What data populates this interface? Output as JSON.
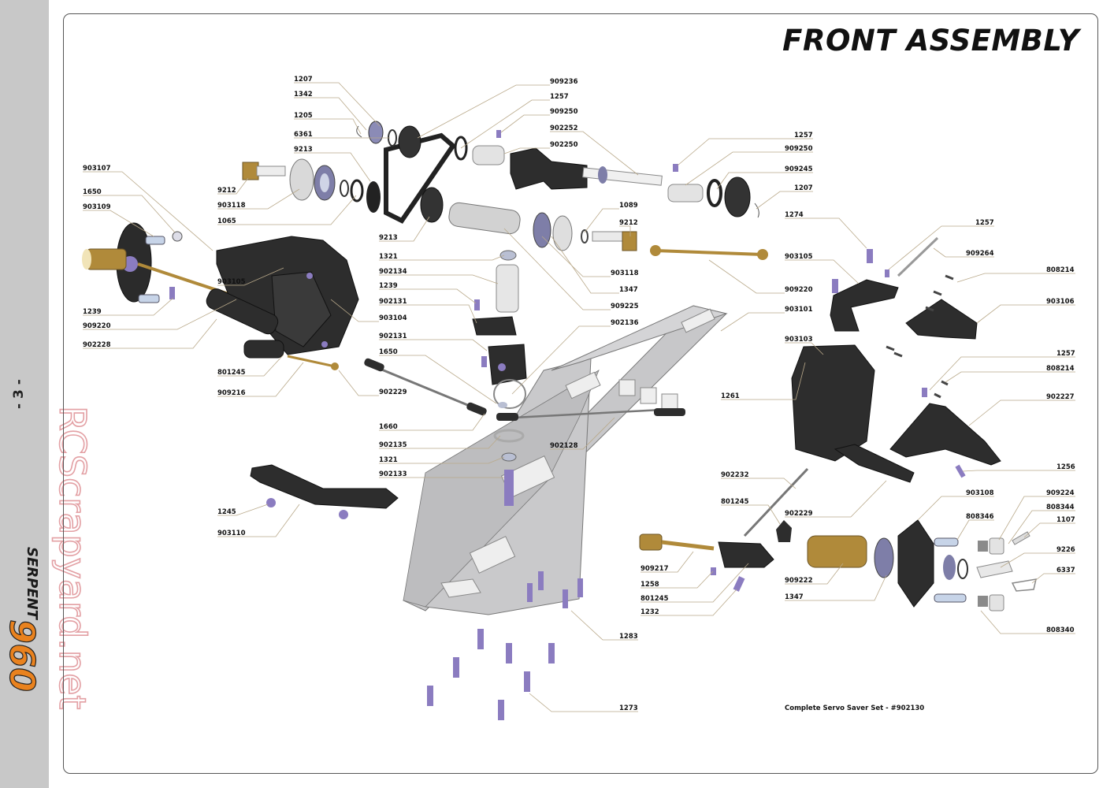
{
  "page": {
    "title": "FRONT ASSEMBLY",
    "page_number": "- 3 -",
    "brand": "SERPENT 960",
    "watermark": "RCScrapyard.net",
    "note": "Complete Servo Saver Set - #902130"
  },
  "parts": [
    {
      "id": "p01",
      "label": "1207"
    },
    {
      "id": "p02",
      "label": "1342"
    },
    {
      "id": "p03",
      "label": "1205"
    },
    {
      "id": "p04",
      "label": "6361"
    },
    {
      "id": "p05",
      "label": "9213"
    },
    {
      "id": "p06",
      "label": "903107"
    },
    {
      "id": "p07",
      "label": "1650"
    },
    {
      "id": "p08",
      "label": "903109"
    },
    {
      "id": "p09",
      "label": "9212"
    },
    {
      "id": "p10",
      "label": "903118"
    },
    {
      "id": "p11",
      "label": "1065"
    },
    {
      "id": "p12",
      "label": "9213"
    },
    {
      "id": "p13",
      "label": "903105"
    },
    {
      "id": "p14",
      "label": "1239"
    },
    {
      "id": "p15",
      "label": "909220"
    },
    {
      "id": "p16",
      "label": "902228"
    },
    {
      "id": "p17",
      "label": "801245"
    },
    {
      "id": "p18",
      "label": "909216"
    },
    {
      "id": "p19",
      "label": "909236"
    },
    {
      "id": "p20",
      "label": "1257"
    },
    {
      "id": "p21",
      "label": "909250"
    },
    {
      "id": "p22",
      "label": "902252"
    },
    {
      "id": "p23",
      "label": "902250"
    },
    {
      "id": "p24",
      "label": "1089"
    },
    {
      "id": "p25",
      "label": "9212"
    },
    {
      "id": "p26",
      "label": "1321"
    },
    {
      "id": "p27",
      "label": "1347"
    },
    {
      "id": "p28",
      "label": "902134"
    },
    {
      "id": "p29",
      "label": "903118"
    },
    {
      "id": "p30",
      "label": "1239"
    },
    {
      "id": "p31",
      "label": "902131"
    },
    {
      "id": "p32",
      "label": "909225"
    },
    {
      "id": "p33",
      "label": "903104"
    },
    {
      "id": "p34",
      "label": "902136"
    },
    {
      "id": "p35",
      "label": "902131"
    },
    {
      "id": "p36",
      "label": "1650"
    },
    {
      "id": "p37",
      "label": "902229"
    },
    {
      "id": "p38",
      "label": "1660"
    },
    {
      "id": "p39",
      "label": "902135"
    },
    {
      "id": "p40",
      "label": "1321"
    },
    {
      "id": "p41",
      "label": "902133"
    },
    {
      "id": "p42",
      "label": "902128"
    },
    {
      "id": "p43",
      "label": "1245"
    },
    {
      "id": "p44",
      "label": "903110"
    },
    {
      "id": "p45",
      "label": "1257"
    },
    {
      "id": "p46",
      "label": "909250"
    },
    {
      "id": "p47",
      "label": "909245"
    },
    {
      "id": "p48",
      "label": "1207"
    },
    {
      "id": "p49",
      "label": "1274"
    },
    {
      "id": "p50",
      "label": "1257"
    },
    {
      "id": "p51",
      "label": "903105"
    },
    {
      "id": "p52",
      "label": "909264"
    },
    {
      "id": "p53",
      "label": "909220"
    },
    {
      "id": "p54",
      "label": "808214"
    },
    {
      "id": "p55",
      "label": "903101"
    },
    {
      "id": "p56",
      "label": "903106"
    },
    {
      "id": "p57",
      "label": "903103"
    },
    {
      "id": "p58",
      "label": "1257"
    },
    {
      "id": "p59",
      "label": "808214"
    },
    {
      "id": "p60",
      "label": "1261"
    },
    {
      "id": "p61",
      "label": "902227"
    },
    {
      "id": "p62",
      "label": "1256"
    },
    {
      "id": "p63",
      "label": "902232"
    },
    {
      "id": "p64",
      "label": "801245"
    },
    {
      "id": "p65",
      "label": "902229"
    },
    {
      "id": "p66",
      "label": "903108"
    },
    {
      "id": "p67",
      "label": "909224"
    },
    {
      "id": "p68",
      "label": "808344"
    },
    {
      "id": "p69",
      "label": "808346"
    },
    {
      "id": "p70",
      "label": "1107"
    },
    {
      "id": "p71",
      "label": "9226"
    },
    {
      "id": "p72",
      "label": "6337"
    },
    {
      "id": "p73",
      "label": "909217"
    },
    {
      "id": "p74",
      "label": "1258"
    },
    {
      "id": "p75",
      "label": "801245"
    },
    {
      "id": "p76",
      "label": "1232"
    },
    {
      "id": "p77",
      "label": "909222"
    },
    {
      "id": "p78",
      "label": "1347"
    },
    {
      "id": "p79",
      "label": "808340"
    },
    {
      "id": "p80",
      "label": "1283"
    },
    {
      "id": "p81",
      "label": "1273"
    }
  ],
  "colors": {
    "sidebar": "#c8c8c8",
    "leader": "#b9a98a",
    "plastic": "#2b2b2b",
    "aluminium": "#c7c7c9",
    "screw": "#8b7cc0",
    "brass": "#b08a3a",
    "brand_orange": "#e9821e",
    "watermark": "#e3a0a4"
  }
}
